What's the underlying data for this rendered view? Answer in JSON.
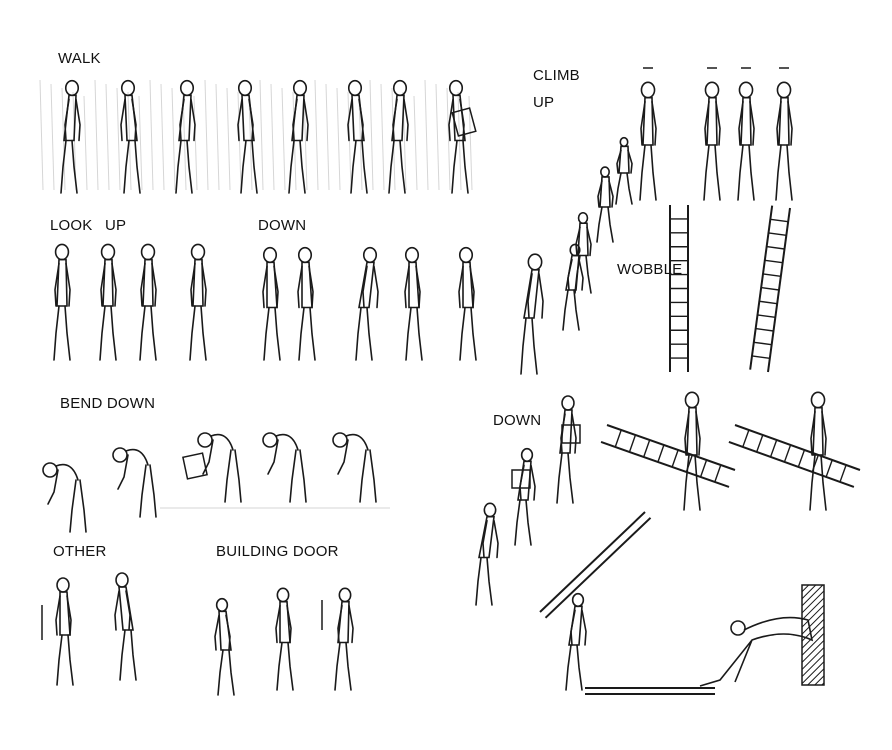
{
  "labels": {
    "walk": "WALK",
    "look": "LOOK",
    "up": "UP",
    "down_look": "DOWN",
    "bend_down": "BEND DOWN",
    "other": "OTHER",
    "building_door": "BUILDING DOOR",
    "climb": "CLIMB",
    "climb_up": "UP",
    "wobble": "WOBBLE",
    "down_ladder": "DOWN"
  },
  "colors": {
    "ink": "#1a1a1a",
    "faint": "#d6d6d6",
    "background": "#ffffff"
  }
}
